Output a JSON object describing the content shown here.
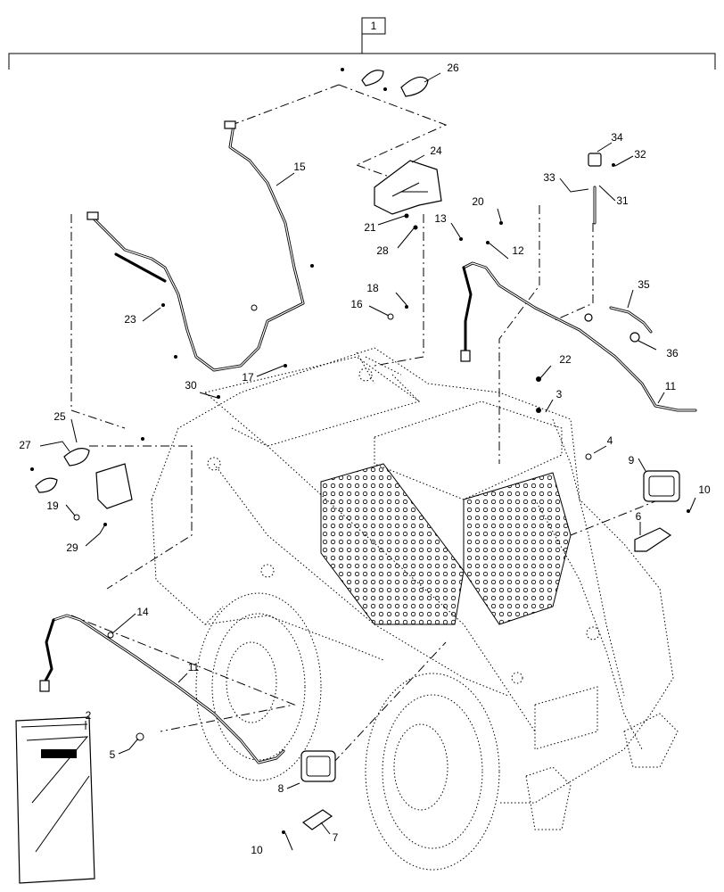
{
  "diagram": {
    "kit_callout": "1",
    "callouts": {
      "c2": "2",
      "c3": "3",
      "c4": "4",
      "c5": "5",
      "c6": "6",
      "c7": "7",
      "c8": "8",
      "c9": "9",
      "c10a": "10",
      "c10b": "10",
      "c11a": "11",
      "c11b": "11",
      "c12": "12",
      "c13": "13",
      "c14": "14",
      "c15": "15",
      "c16": "16",
      "c17": "17",
      "c18": "18",
      "c19": "19",
      "c20": "20",
      "c21": "21",
      "c22": "22",
      "c23": "23",
      "c24": "24",
      "c25": "25",
      "c26": "26",
      "c27": "27",
      "c28": "28",
      "c29": "29",
      "c30": "30",
      "c31": "31",
      "c32": "32",
      "c33": "33",
      "c34": "34",
      "c35": "35",
      "c36": "36"
    }
  }
}
